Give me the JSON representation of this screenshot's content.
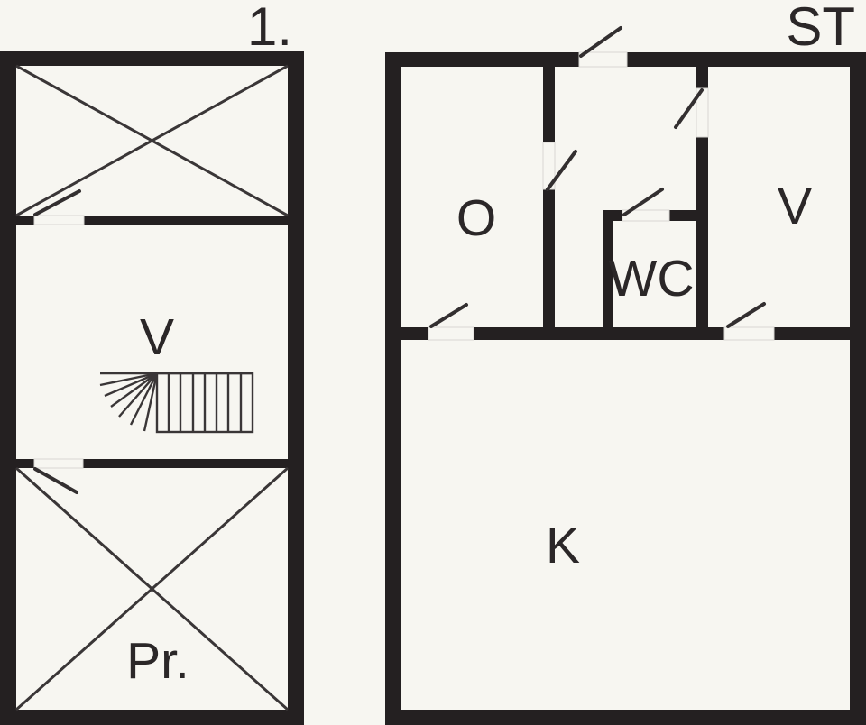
{
  "colors": {
    "background": "#f7f6f1",
    "wall": "#242021",
    "thin_line": "#3a3637",
    "door_line": "#332f30",
    "text": "#2b2728"
  },
  "plans": {
    "first": {
      "title": "1.",
      "rooms": {
        "v": "V",
        "pr": "Pr."
      }
    },
    "ground": {
      "title": "ST",
      "rooms": {
        "o": "O",
        "v": "V",
        "wc": "WC",
        "k": "K"
      }
    }
  }
}
